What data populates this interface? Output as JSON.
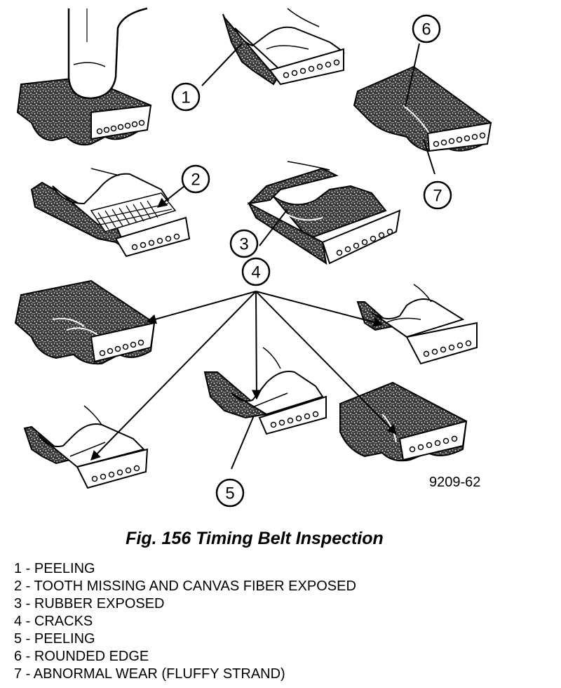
{
  "figure": {
    "caption": "Fig. 156 Timing Belt Inspection",
    "code": "9209-62",
    "callouts": [
      "1",
      "2",
      "3",
      "4",
      "5",
      "6",
      "7"
    ]
  },
  "legend": [
    "1 - PEELING",
    "2 - TOOTH MISSING AND CANVAS FIBER EXPOSED",
    "3 - RUBBER EXPOSED",
    "4 - CRACKS",
    "5 - PEELING",
    "6 - ROUNDED EDGE",
    "7 - ABNORMAL WEAR (FLUFFY STRAND)"
  ]
}
